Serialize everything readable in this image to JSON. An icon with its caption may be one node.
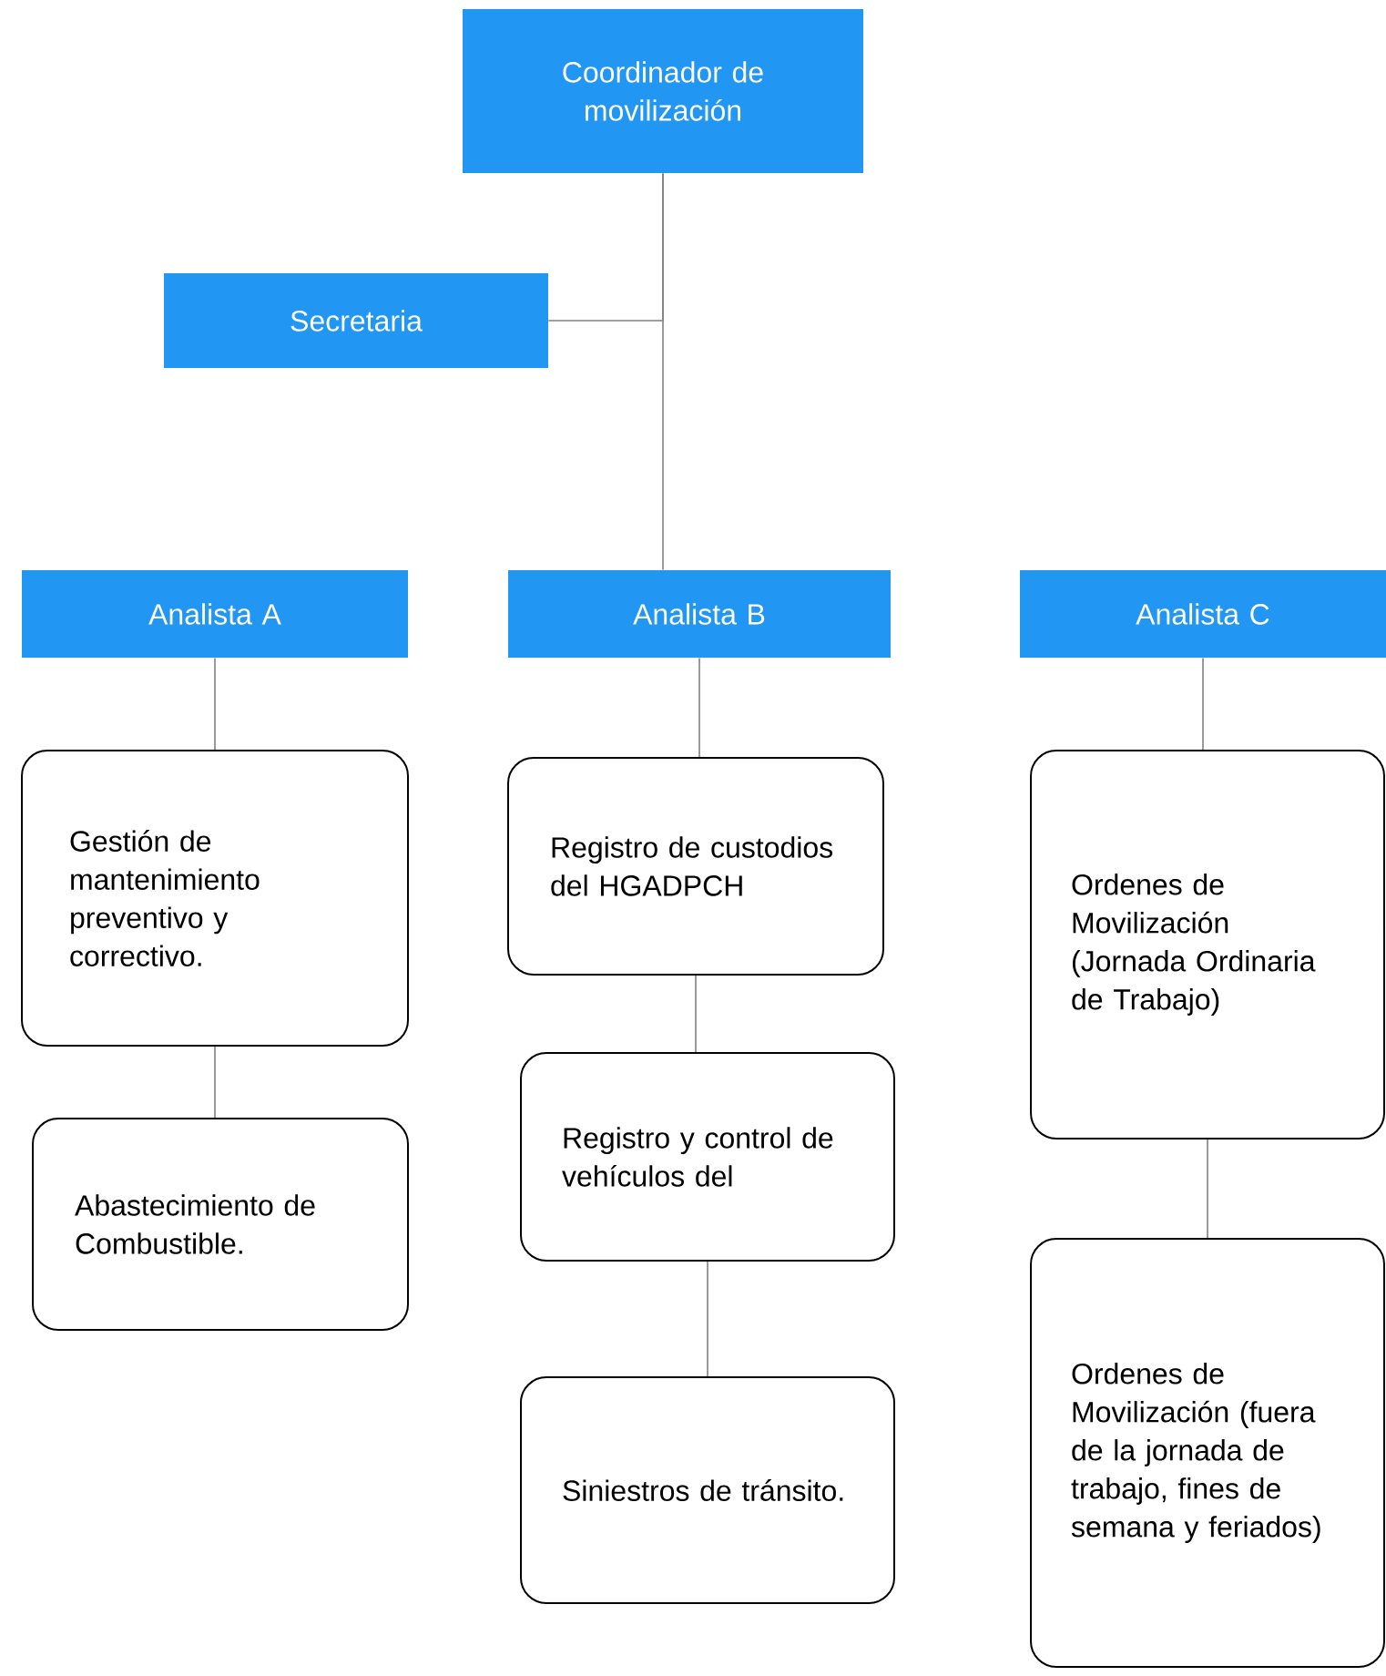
{
  "diagram": {
    "nodes": [
      {
        "text": [
          "Coordinador de movilización"
        ]
      },
      {
        "text": [
          "Secretaria"
        ]
      },
      {
        "text": [
          "Analista A"
        ]
      },
      {
        "text": [
          "Analista B"
        ]
      },
      {
        "text": [
          "Analista C"
        ]
      },
      {
        "text": [
          "Gestión de mantenimiento preventivo y correctivo."
        ]
      },
      {
        "text": [
          "Abastecimiento de Combustible."
        ]
      },
      {
        "text": [
          "Registro de custodios del HGADPCH"
        ]
      },
      {
        "text": [
          "Registro y control de vehículos del"
        ]
      },
      {
        "text": [
          "Siniestros de tránsito."
        ]
      },
      {
        "text": [
          "Ordenes de Movilización (Jornada Ordinaria de Trabajo)"
        ]
      },
      {
        "text": [
          "Ordenes de Movilización (fuera de la jornada de trabajo, fines de semana y feriados)"
        ]
      }
    ],
    "edges": [
      {
        "from": 0,
        "to": 1,
        "arrow": "none"
      },
      {
        "from": 0,
        "to": 3,
        "arrow": "none"
      },
      {
        "from": 2,
        "to": 5,
        "arrow": "none"
      },
      {
        "from": 5,
        "to": 6,
        "arrow": "none"
      },
      {
        "from": 3,
        "to": 7,
        "arrow": "none"
      },
      {
        "from": 7,
        "to": 8,
        "arrow": "none"
      },
      {
        "from": 8,
        "to": 9,
        "arrow": "none"
      },
      {
        "from": 4,
        "to": 10,
        "arrow": "none"
      },
      {
        "from": 10,
        "to": 11,
        "arrow": "none"
      }
    ]
  }
}
